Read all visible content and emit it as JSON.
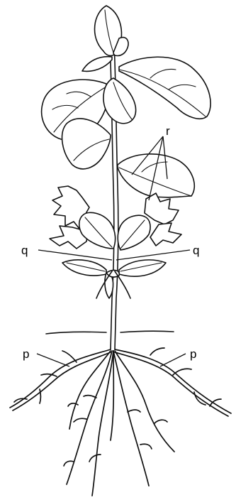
{
  "labels": {
    "r": "r",
    "q_left": "q",
    "q_right": "q",
    "p_left": "p",
    "p_right": "p"
  },
  "colors": {
    "ink": "#111111",
    "background": "#ffffff"
  }
}
